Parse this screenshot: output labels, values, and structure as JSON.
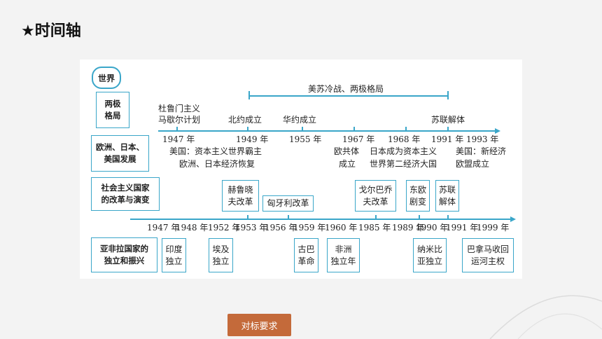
{
  "slide": {
    "title": "★时间轴",
    "button_label": "对标要求"
  },
  "world_label": "世界",
  "categories": {
    "bipolar": "两极\n格局",
    "euro_japan_us": "欧洲、日本、\n美国发展",
    "socialism": "社会主义国家\n的改革与演变",
    "afro_asia_latam": "亚非拉国家的\n独立和振兴"
  },
  "range_label": "美苏冷战、两极格局",
  "upper_events": {
    "truman": "杜鲁门主义",
    "marshall": "马歇尔计划",
    "nato": "北约成立",
    "warsaw": "华约成立",
    "ussr_collapse": "苏联解体"
  },
  "upper_years": {
    "y1947": "1947 年",
    "y1949": "1949 年",
    "y1955": "1955 年",
    "y1967": "1967 年",
    "y1968": "1968 年",
    "y1991": "1991 年",
    "y1993": "1993 年"
  },
  "upper_notes": {
    "us_hegemony": "美国：资本主义世界霸主",
    "euro_japan_recovery": "欧洲、日本经济恢复",
    "ec": "欧共体",
    "ec2": "成立",
    "japan": "日本成为资本主义",
    "japan2": "世界第二经济大国",
    "us_new_econ": "美国：新经济",
    "eu": "欧盟成立"
  },
  "socialist_boxes": {
    "khrushchev": "赫鲁晓\n夫改革",
    "hungary": "匈牙利改革",
    "gorbachev": "戈尔巴乔\n夫改革",
    "east_europe": "东欧\n剧变",
    "ussr": "苏联\n解体"
  },
  "lower_years": {
    "y1947": "1947 年",
    "y1948": "1948 年",
    "y1952": "1952 年",
    "y1953": "1953 年",
    "y1956": "1956 年",
    "y1959": "1959 年",
    "y1960": "1960 年",
    "y1985": "1985 年",
    "y1989": "1989 年",
    "y1990": "1990 年",
    "y1991": "1991 年",
    "y1999": "1999 年"
  },
  "independence_boxes": {
    "india": "印度\n独立",
    "egypt": "埃及\n独立",
    "cuba": "古巴\n革命",
    "africa": "非洲\n独立年",
    "namibia": "纳米比\n亚独立",
    "panama": "巴拿马收回\n运河主权"
  },
  "colors": {
    "accent": "#3aa6c9",
    "button": "#c46a3a",
    "background": "#f3f3f3"
  }
}
